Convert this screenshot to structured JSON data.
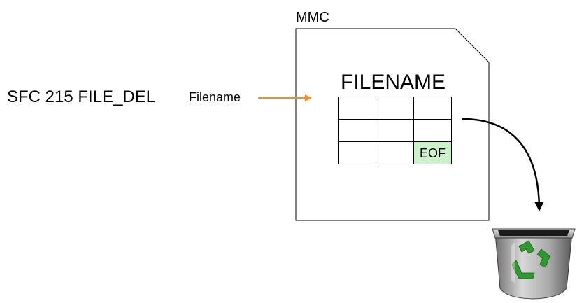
{
  "function_label": "SFC 215 FILE_DEL",
  "parameter_label": "Filename",
  "card_label": "MMC",
  "file_title": "FILENAME",
  "file_table": {
    "rows": [
      [
        "",
        "",
        ""
      ],
      [
        "",
        "",
        ""
      ],
      [
        "",
        "",
        "EOF"
      ]
    ],
    "eof_color": "#ccf2cc"
  },
  "colors": {
    "input_arrow": "#ff8c1a",
    "delete_arrow": "#000000",
    "card_outline": "#000000"
  },
  "icons": {
    "destination": "recycle-bin-icon"
  }
}
